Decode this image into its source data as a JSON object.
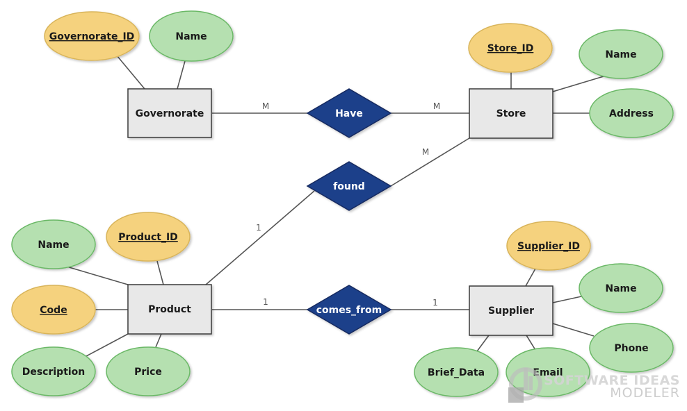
{
  "entities": {
    "governorate": "Governorate",
    "store": "Store",
    "product": "Product",
    "supplier": "Supplier"
  },
  "relationships": {
    "have": "Have",
    "found": "found",
    "comes_from": "comes_from"
  },
  "attributes": {
    "governorate_id": "Governorate_ID",
    "governorate_name": "Name",
    "store_id": "Store_ID",
    "store_name": "Name",
    "store_address": "Address",
    "product_name": "Name",
    "product_id": "Product_ID",
    "product_code": "Code",
    "product_description": "Description",
    "product_price": "Price",
    "supplier_id": "Supplier_ID",
    "supplier_name": "Name",
    "supplier_phone": "Phone",
    "supplier_email": "Email",
    "supplier_brief_data": "Brief_Data"
  },
  "cardinalities": {
    "have_governorate": "M",
    "have_store": "M",
    "found_store": "M",
    "found_product": "1",
    "comes_from_product": "1",
    "comes_from_supplier": "1"
  },
  "watermark": {
    "line1": "SOFTWARE IDEAS",
    "line2": "MODELER"
  },
  "colors": {
    "entity_fill": "#e8e8e8",
    "entity_stroke": "#3a3a3a",
    "attribute_fill": "#b5e0b0",
    "attribute_stroke": "#6ab866",
    "key_fill": "#f5d27e",
    "key_stroke": "#d8b45a",
    "relationship_fill": "#1f3f8a",
    "relationship_stroke": "#152b60",
    "line": "#555555"
  }
}
